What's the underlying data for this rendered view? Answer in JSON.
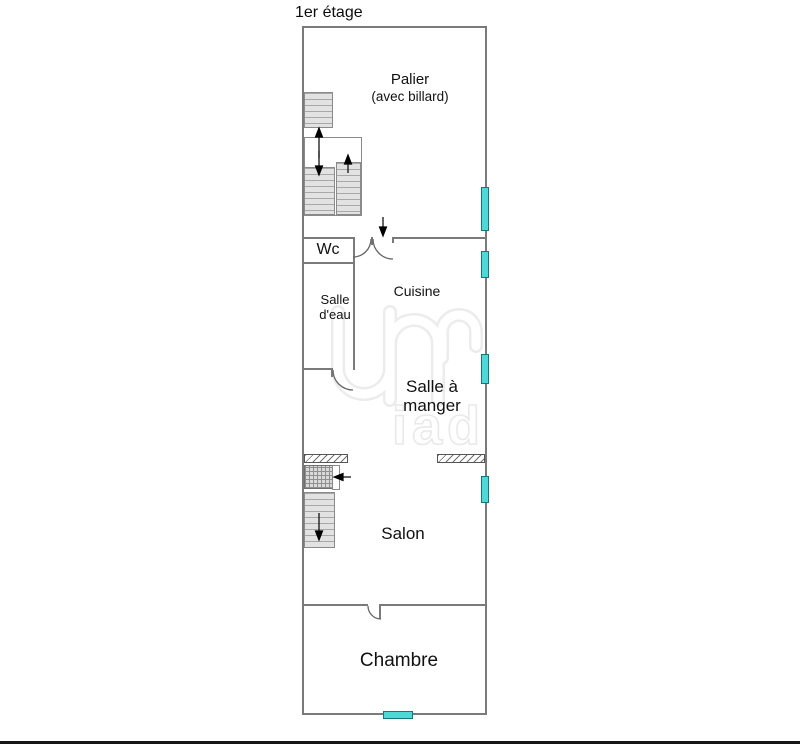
{
  "title": "1er étage",
  "rooms": {
    "palier": {
      "name": "Palier",
      "note": "(avec billard)"
    },
    "wc": {
      "name": "Wc"
    },
    "salle_deau": {
      "line1": "Salle",
      "line2": "d'eau"
    },
    "cuisine": {
      "name": "Cuisine"
    },
    "salle_a_manger": {
      "line1": "Salle à",
      "line2": "manger"
    },
    "salon": {
      "name": "Salon"
    },
    "chambre": {
      "name": "Chambre"
    }
  },
  "watermark": {
    "text": "iad"
  },
  "colors": {
    "wall_gray": "#7a7a7a",
    "window_fill": "#4ed8d8",
    "window_border": "#147878",
    "baseline_black": "#161616"
  }
}
